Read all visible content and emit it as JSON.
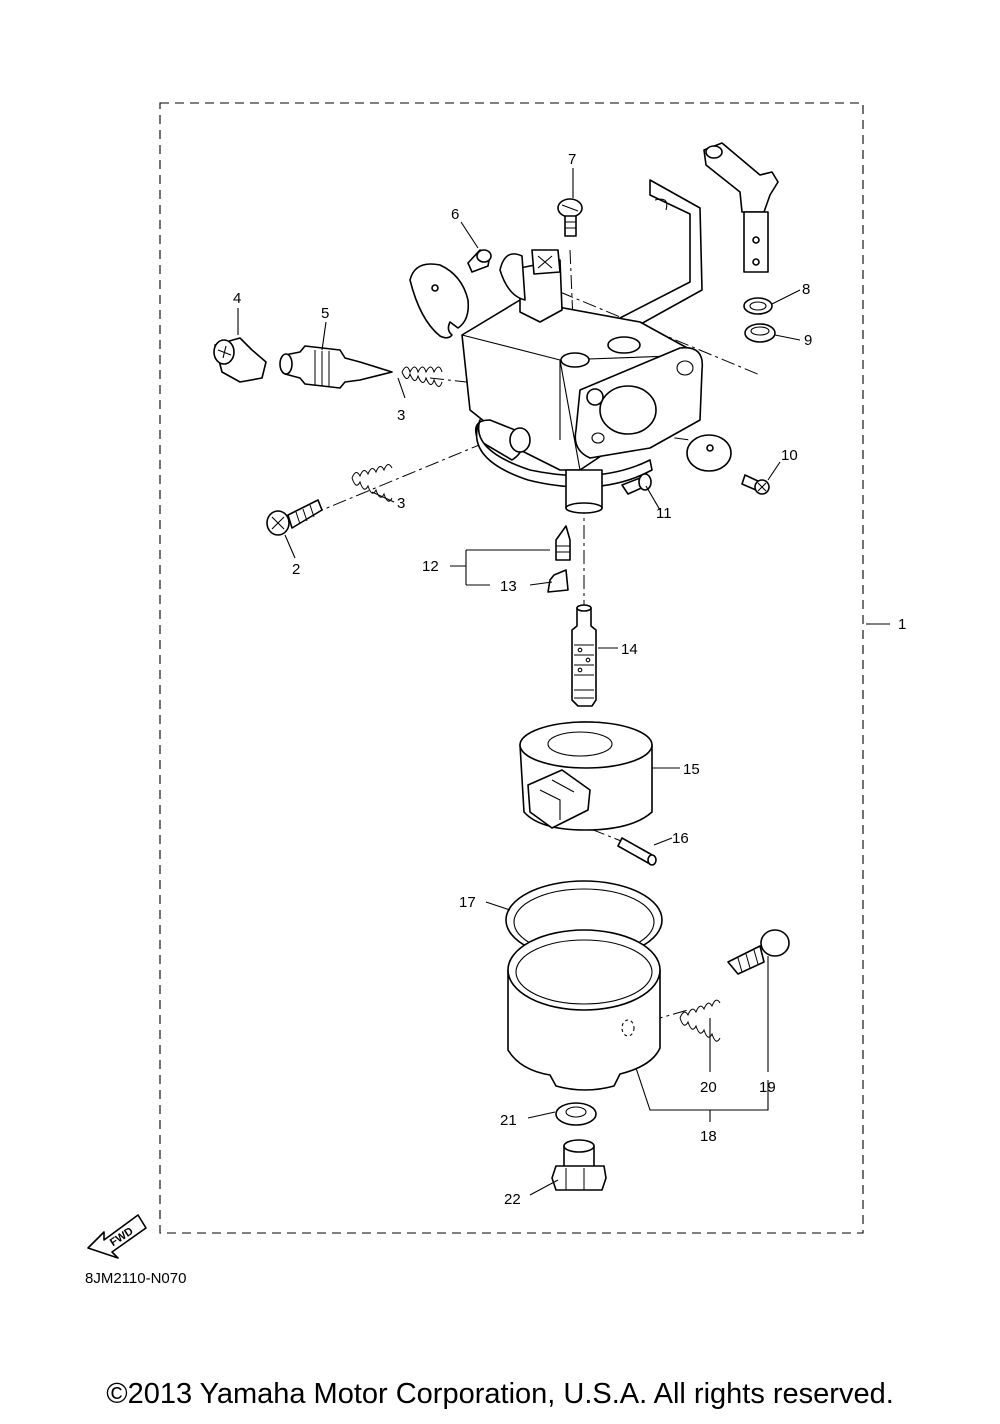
{
  "callouts": {
    "c1": "1",
    "c2": "2",
    "c3a": "3",
    "c3b": "3",
    "c4": "4",
    "c5": "5",
    "c6": "6",
    "c7": "7",
    "c8": "8",
    "c9": "9",
    "c10": "10",
    "c11": "11",
    "c12": "12",
    "c13": "13",
    "c14": "14",
    "c15": "15",
    "c16": "16",
    "c17": "17",
    "c18": "18",
    "c19": "19",
    "c20": "20",
    "c21": "21",
    "c22": "22"
  },
  "fwd_label": "FWD",
  "diagram_code": "8JM2110-N070",
  "copyright": "©2013 Yamaha Motor Corporation, U.S.A. All rights reserved."
}
